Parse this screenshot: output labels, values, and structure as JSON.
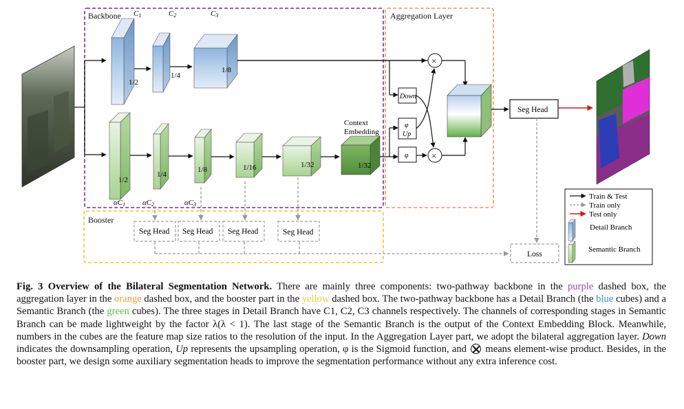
{
  "diagram": {
    "labels": {
      "backbone": "Backbone",
      "aggregation": "Aggregation Layer",
      "booster": "Booster",
      "context_line1": "Context",
      "context_line2": "Embedding"
    },
    "channels": {
      "c1": "C",
      "c1_sub": "1",
      "c2": "C",
      "c2_sub": "2",
      "c3": "C",
      "c3_sub": "3",
      "ac1": "αC",
      "ac1_sub": "1",
      "ac2": "αC",
      "ac2_sub": "2",
      "ac3": "αC",
      "ac3_sub": "3"
    },
    "detail_ratios": [
      "1/2",
      "1/4",
      "1/8"
    ],
    "semantic_ratios": [
      "1/2",
      "1/4",
      "1/8",
      "1/16",
      "1/32",
      "1/32"
    ],
    "ops": {
      "down": "Down",
      "phi": "φ",
      "up": "Up",
      "times": "×"
    },
    "heads": {
      "seg_head": "Seg Head",
      "booster_heads": [
        "Seg Head",
        "Seg Head",
        "Seg Head",
        "Seg Head"
      ],
      "loss": "Loss"
    },
    "legend": {
      "train_test": "Train & Test",
      "train_only": "Train only",
      "test_only": "Test only",
      "detail": "Detail Branch",
      "semantic": "Semantic Branch"
    },
    "colors": {
      "backbone_box": "#6a2d9e",
      "aggregation_box": "#f0965a",
      "booster_box": "#f5c230",
      "detail_cube": "#a9c9ea",
      "semantic_cube": "#b9dca5",
      "test_arrow": "#d41a1a",
      "train_arrow": "#9a9a9a"
    }
  },
  "caption": {
    "fig_label": "Fig. 3",
    "fig_title": "Overview of the Bilateral Segmentation Network.",
    "p1": " There are mainly three components: two-pathway backbone in the ",
    "w_purple": "purple",
    "p2": " dashed box, the aggregation layer in the ",
    "w_orange": "orange",
    "p3": " dashed box, and the booster part in the ",
    "w_yellow": "yellow",
    "p4": " dashed box. The two-pathway backbone has a Detail Branch (the ",
    "w_blue": "blue",
    "p5": " cubes) and a Semantic Branch (the ",
    "w_green": "green",
    "p6": " cubes). The three stages in Detail Branch have C1, C2, C3 channels respectively. The channels of corresponding stages in Semantic Branch can be made lightweight by the factor λ(λ < 1). The last stage of the Semantic Branch is the output of the Context Embedding Block. Meanwhile, numbers in the cubes are the feature map size ratios to the resolution of the input. In the Aggregation Layer part, we adopt the bilateral aggregation layer. ",
    "w_down": "Down",
    "p7": " indicates the downsampling operation, ",
    "w_up": "Up",
    "p8": " represents the upsampling operation, φ is the Sigmoid function, and ",
    "p9": " means element-wise product. Besides, in the booster part, we design some auxiliary segmentation heads to improve the segmentation performance without any extra inference cost."
  }
}
